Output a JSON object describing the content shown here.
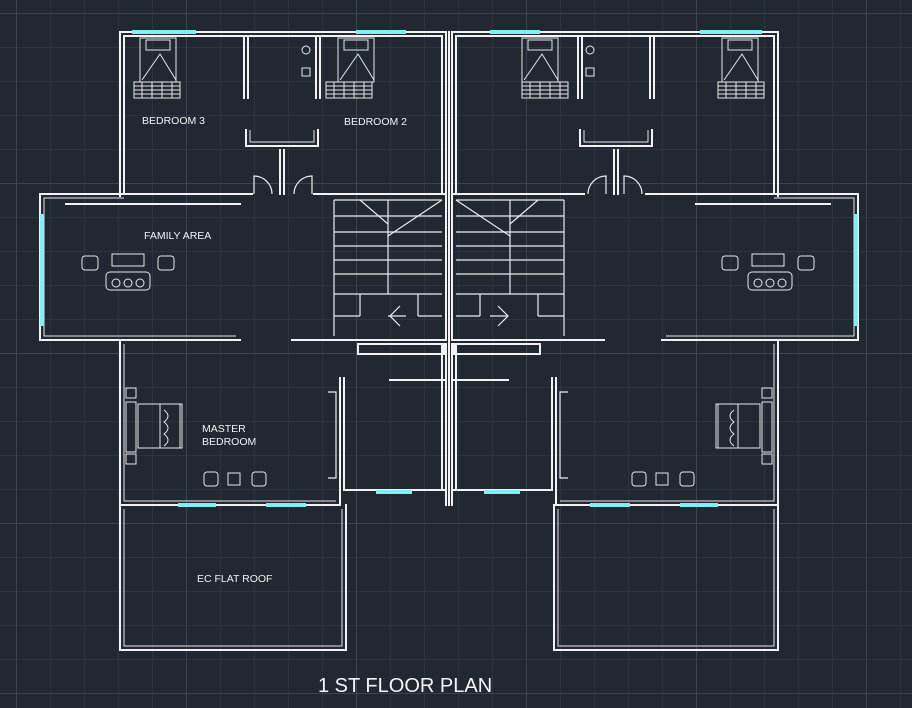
{
  "drawing": {
    "title": "1 ST FLOOR PLAN",
    "rooms": {
      "bedroom_3": "BEDROOM 3",
      "bedroom_2": "BEDROOM 2",
      "family_area": "FAMILY AREA",
      "master_bedroom_line1": "MASTER",
      "master_bedroom_line2": "BEDROOM",
      "flat_roof": "EC FLAT ROOF"
    }
  },
  "colors": {
    "background": "#212832",
    "walls": "#f2f2f2",
    "glazing": "#7ff0f5"
  }
}
